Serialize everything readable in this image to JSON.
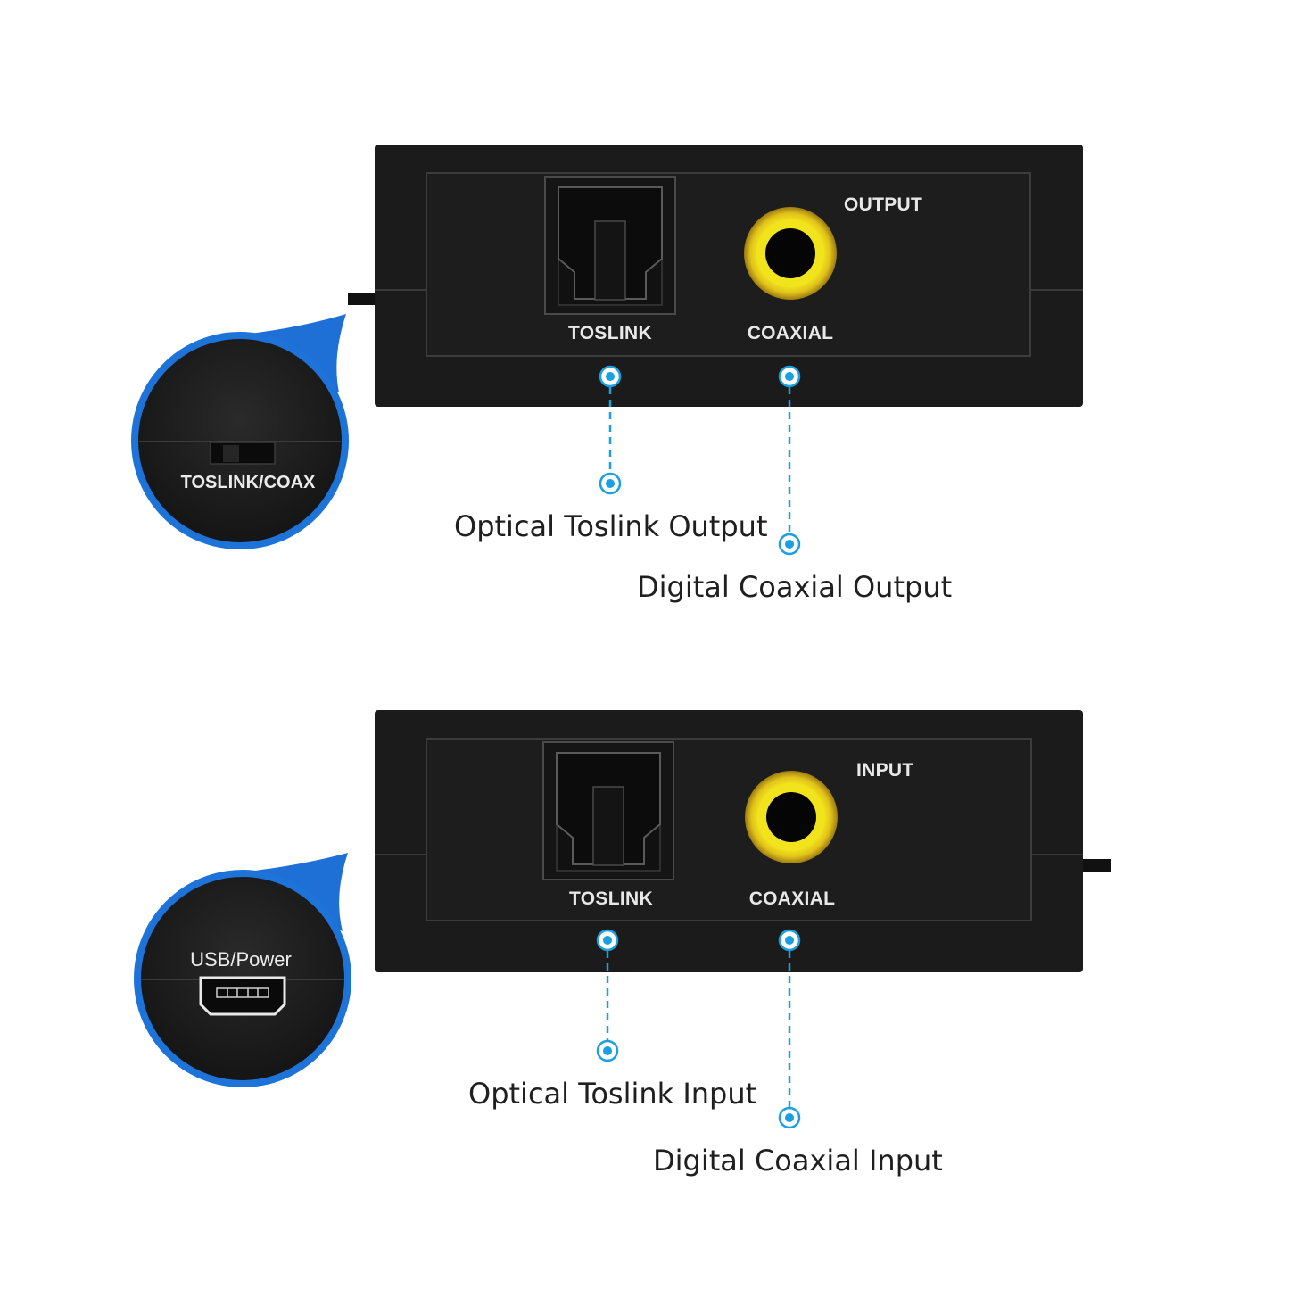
{
  "colors": {
    "device": "#1c1c1c",
    "device_edge": "#0e0e0e",
    "panel_line": "#3a3a3a",
    "accent_blue": "#1e73d8",
    "callout_blue": "#1aa0e0",
    "rca_gold": "#c8a21c",
    "rca_yellow": "#f2e31a"
  },
  "top_device": {
    "section_label": "OUTPUT",
    "toslink_label": "TOSLINK",
    "coaxial_label": "COAXIAL",
    "zoom_label": "TOSLINK/COAX",
    "callout_optical": "Optical Toslink Output",
    "callout_coaxial": "Digital Coaxial Output"
  },
  "bottom_device": {
    "section_label": "INPUT",
    "toslink_label": "TOSLINK",
    "coaxial_label": "COAXIAL",
    "zoom_label": "USB/Power",
    "callout_optical": "Optical Toslink Input",
    "callout_coaxial": "Digital Coaxial Input"
  }
}
